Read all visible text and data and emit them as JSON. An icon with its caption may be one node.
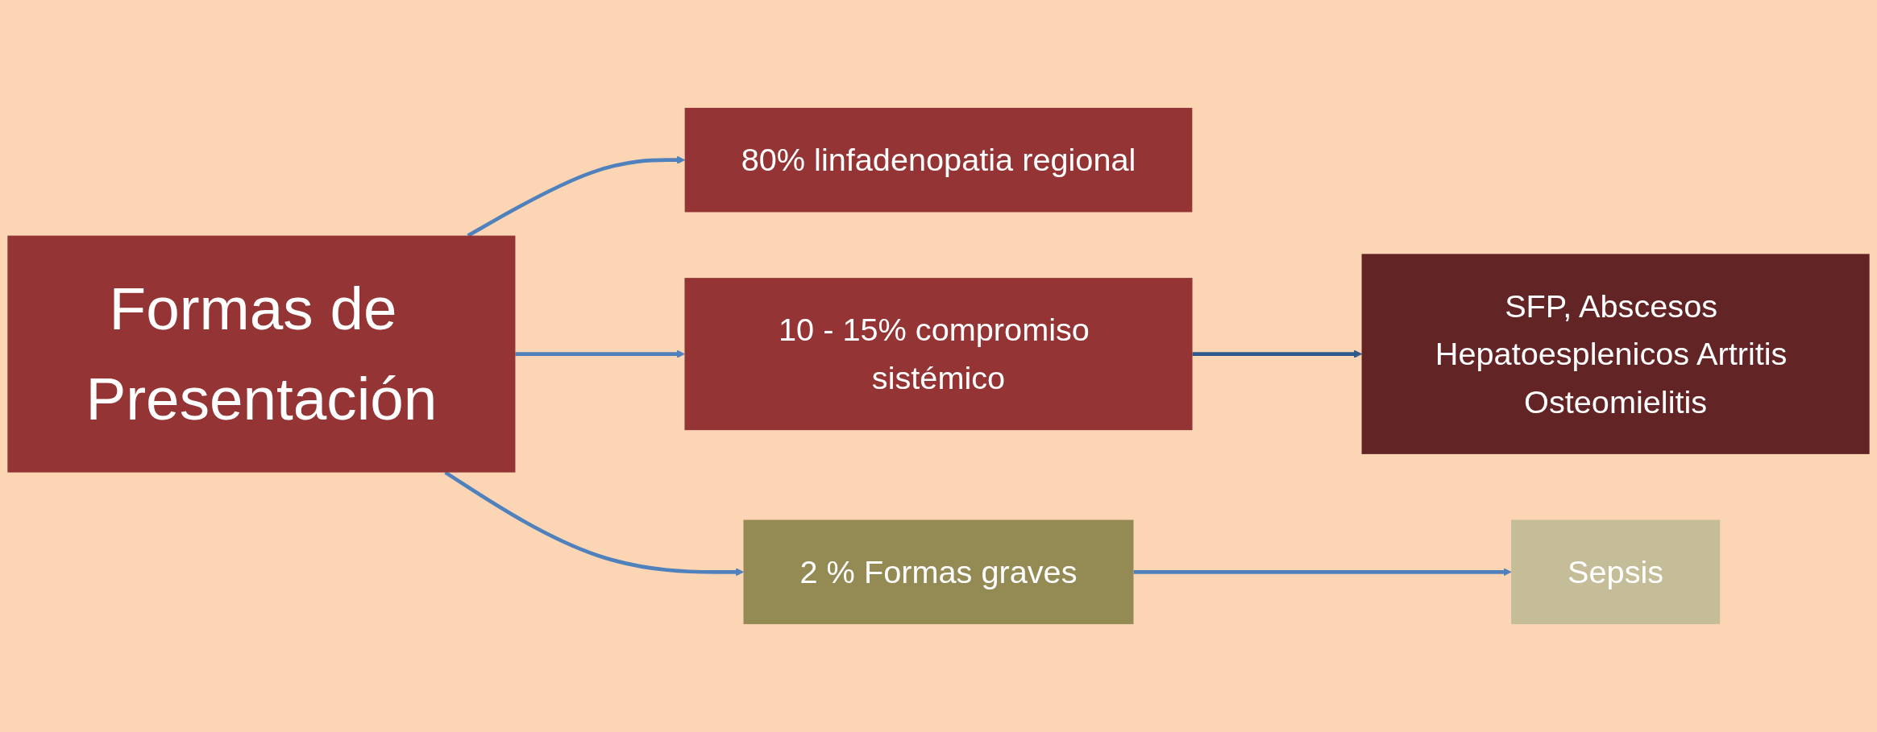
{
  "diagram": {
    "nodes": [
      {
        "text": [
          "Formas de Presentación"
        ]
      },
      {
        "text": [
          "80% linfadenopatia regional"
        ]
      },
      {
        "text": [
          "10 - 15% compromiso sistémico"
        ]
      },
      {
        "text": [
          "SFP, Abscesos Hepatoesplenicos Artritis Osteomielitis"
        ]
      },
      {
        "text": [
          "2 % Formas graves"
        ]
      },
      {
        "text": [
          "Sepsis"
        ]
      }
    ],
    "edges": [
      {
        "from": 0,
        "to": 1,
        "arrow": "to"
      },
      {
        "from": 0,
        "to": 2,
        "arrow": "to"
      },
      {
        "from": 0,
        "to": 4,
        "arrow": "to"
      },
      {
        "from": 2,
        "to": 3,
        "arrow": "to",
        "color": "#2f5a8c"
      },
      {
        "from": 4,
        "to": 5,
        "arrow": "to"
      }
    ]
  }
}
